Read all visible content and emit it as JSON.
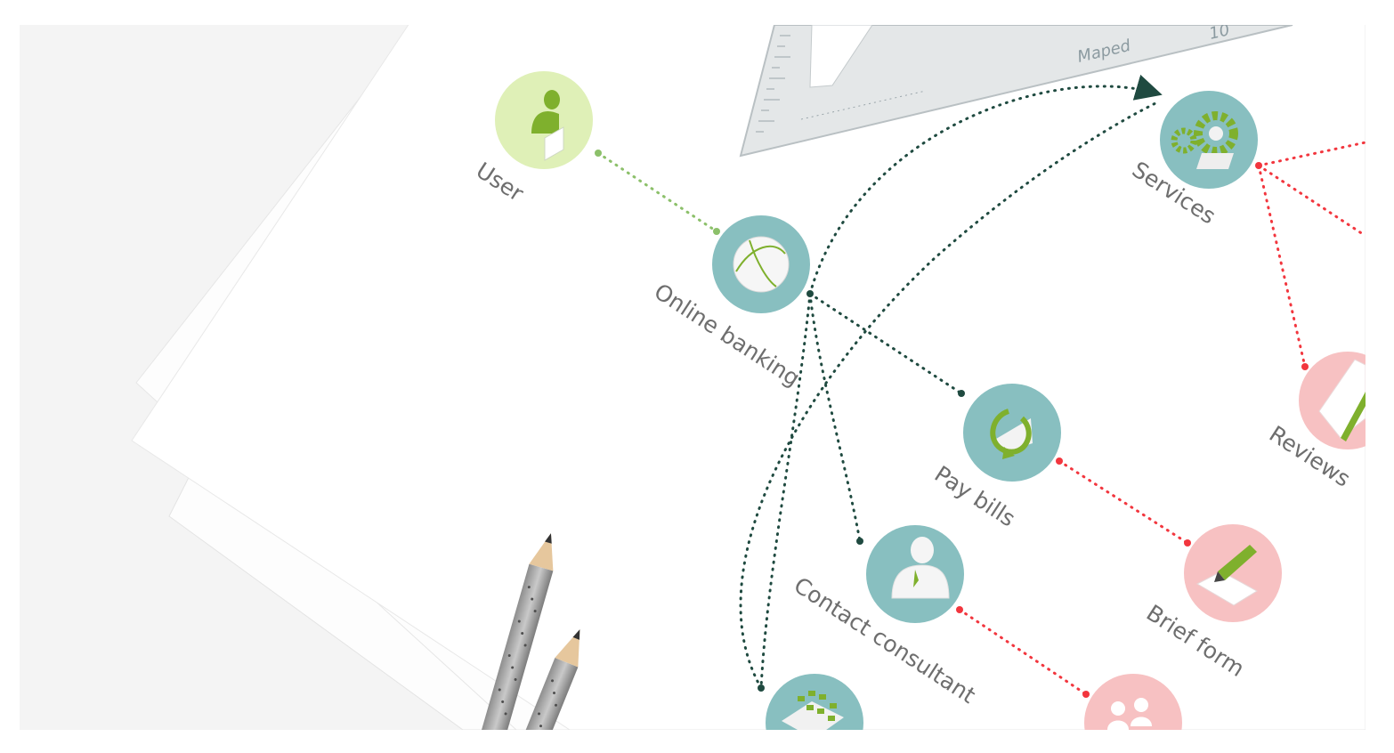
{
  "colors": {
    "teal": "#88bfc0",
    "green_node": "#dff0b7",
    "pink": "#f7c1c2",
    "icon_green": "#7fb02d",
    "link_dark": "#1f4a40",
    "link_green": "#8cc06a",
    "link_red": "#f2363e",
    "desk": "#f4f4f4"
  },
  "ruler": {
    "brand": "Maped",
    "mark": "10"
  },
  "nodes": [
    {
      "id": "user",
      "label": "User",
      "icon": "user-icon",
      "color": "green_node"
    },
    {
      "id": "online",
      "label": "Online banking",
      "icon": "globe-icon",
      "color": "teal"
    },
    {
      "id": "services",
      "label": "Services",
      "icon": "gears-icon",
      "color": "teal"
    },
    {
      "id": "paybills",
      "label": "Pay bills",
      "icon": "refresh-icon",
      "color": "teal"
    },
    {
      "id": "contact",
      "label": "Contact consultant",
      "icon": "consultant-icon",
      "color": "teal"
    },
    {
      "id": "brief",
      "label": "Brief form",
      "icon": "pencil-form-icon",
      "color": "pink"
    },
    {
      "id": "reviews",
      "label": "Reviews",
      "icon": "book-icon",
      "color": "pink"
    },
    {
      "id": "team",
      "label": "",
      "icon": "team-icon",
      "color": "pink"
    },
    {
      "id": "calc",
      "label": "",
      "icon": "calculator-icon",
      "color": "teal"
    }
  ]
}
